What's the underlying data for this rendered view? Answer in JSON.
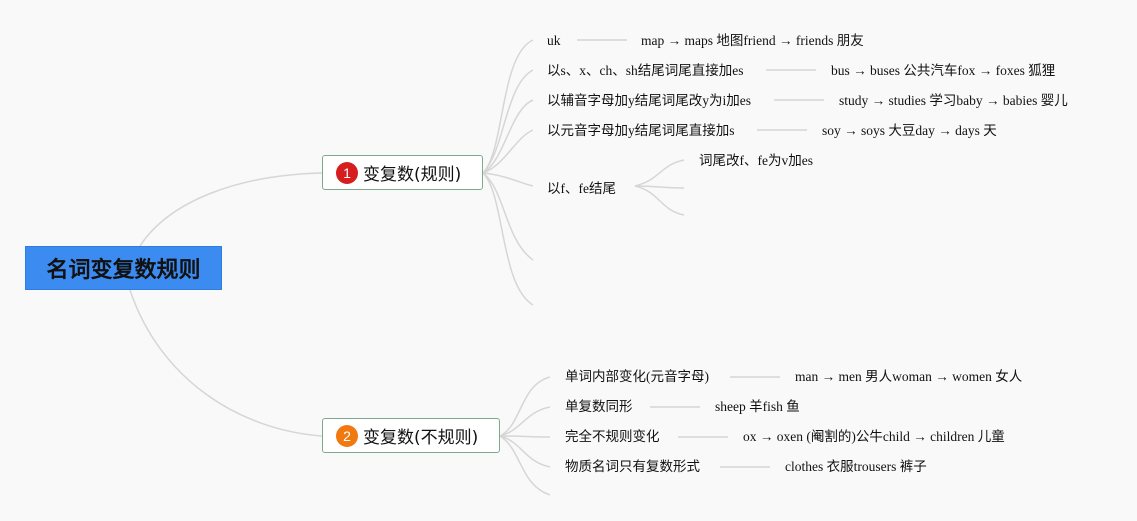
{
  "root": {
    "title": "名词变复数规则"
  },
  "branch_regular": {
    "number": "1",
    "label": "变复数(规则)",
    "items": [
      {
        "rule": "uk",
        "example": "map → maps 地图friend → friends 朋友"
      },
      {
        "rule": "以s、x、ch、sh结尾词尾直接加es",
        "example": "bus → buses 公共汽车fox → foxes 狐狸"
      },
      {
        "rule": "以辅音字母加y结尾词尾改y为i加es",
        "example": "study → studies 学习baby → babies 婴儿"
      },
      {
        "rule": "以元音字母加y结尾词尾直接加s",
        "example": "soy → soys 大豆day → days 天"
      },
      {
        "rule": "以f、fe结尾",
        "sub": "词尾改f、fe为v加es"
      }
    ]
  },
  "branch_irregular": {
    "number": "2",
    "label": "变复数(不规则)",
    "items": [
      {
        "rule": "单词内部变化(元音字母)",
        "example": "man → men 男人woman → women 女人"
      },
      {
        "rule": "单复数同形",
        "example": "sheep 羊fish 鱼"
      },
      {
        "rule": "完全不规则变化",
        "example": "ox → oxen (阉割的)公牛child → children 儿童"
      },
      {
        "rule": "物质名词只有复数形式",
        "example": "clothes 衣服trousers 裤子"
      }
    ]
  },
  "colors": {
    "root_fill": "#3c8bf0",
    "branch_border": "#7fa98d",
    "connector": "#d6d6d6",
    "badge1": "#d61e1e",
    "badge2": "#f07a10"
  }
}
